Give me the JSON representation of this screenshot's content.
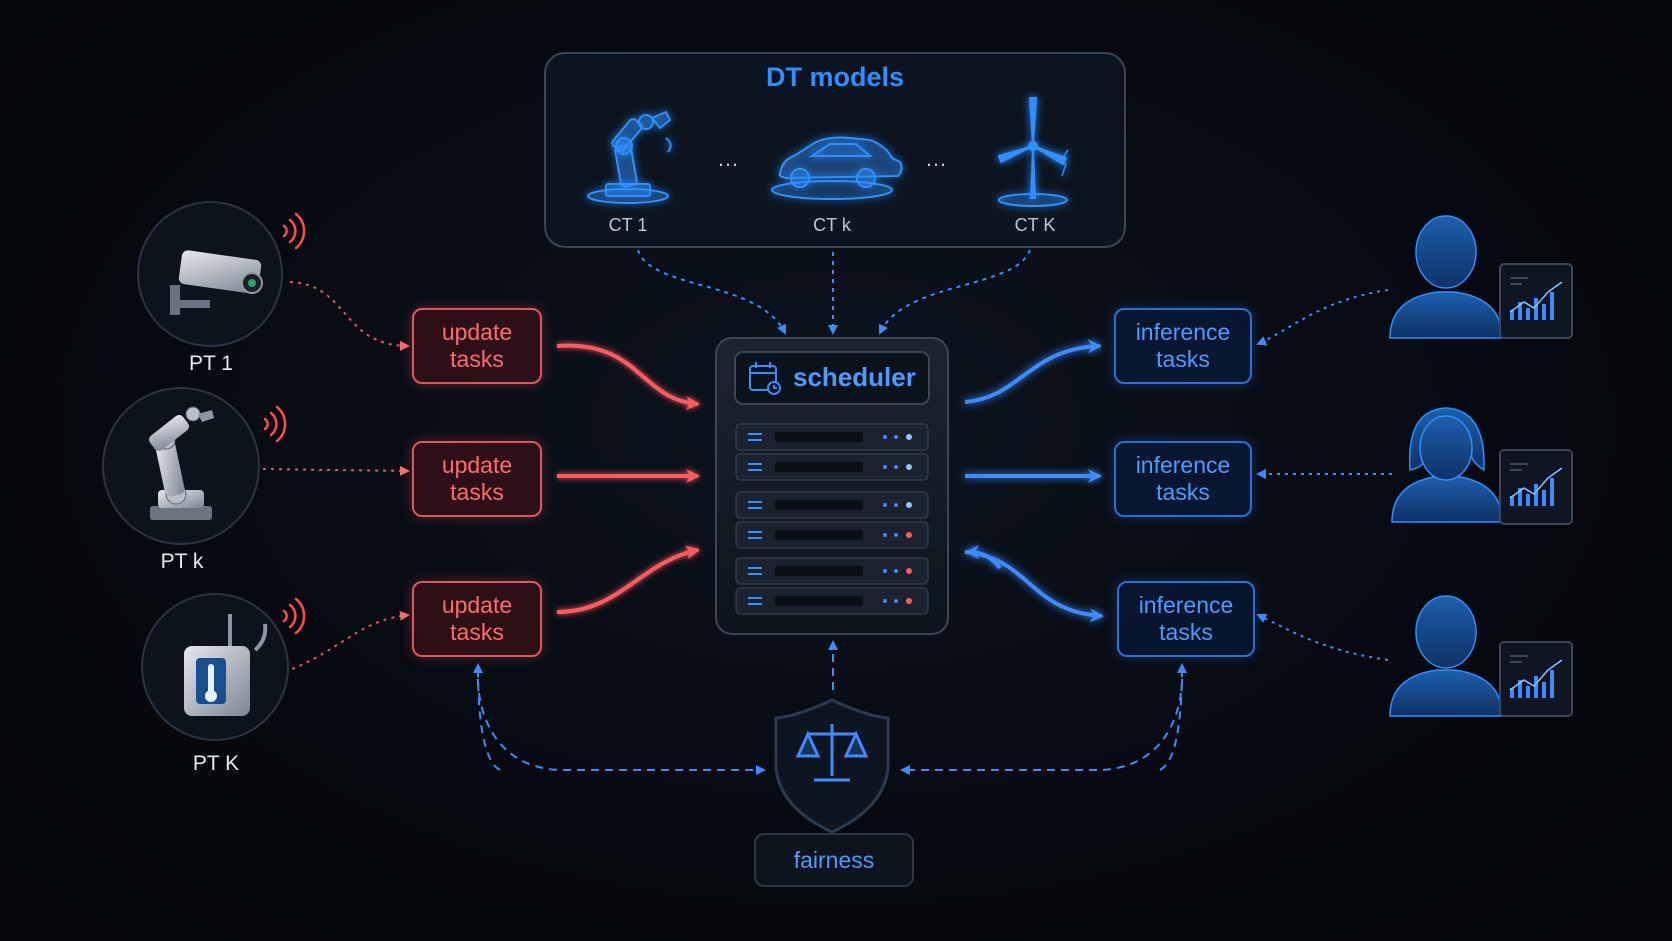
{
  "dt_models": {
    "title": "DT models",
    "twins": [
      {
        "label": "CT 1",
        "icon": "robot-arm-hologram-icon"
      },
      {
        "label": "CT k",
        "icon": "car-hologram-icon"
      },
      {
        "label": "CT K",
        "icon": "wind-turbine-hologram-icon"
      }
    ],
    "separator": "…"
  },
  "physical_twins": [
    {
      "label": "PT 1",
      "icon": "security-camera-icon"
    },
    {
      "label": "PT k",
      "icon": "robot-arm-icon"
    },
    {
      "label": "PT K",
      "icon": "temperature-sensor-icon"
    }
  ],
  "update_tasks": [
    {
      "line1": "update",
      "line2": "tasks"
    },
    {
      "line1": "update",
      "line2": "tasks"
    },
    {
      "line1": "update",
      "line2": "tasks"
    }
  ],
  "inference_tasks": [
    {
      "line1": "inference",
      "line2": "tasks"
    },
    {
      "line1": "inference",
      "line2": "tasks"
    },
    {
      "line1": "inference",
      "line2": "tasks"
    }
  ],
  "scheduler": {
    "label": "scheduler",
    "icon": "calendar-clock-icon"
  },
  "fairness": {
    "label": "fairness",
    "icon": "balance-scale-shield-icon"
  },
  "users": [
    {
      "icon": "user-male-icon",
      "screen_icon": "analytics-monitor-icon"
    },
    {
      "icon": "user-female-icon",
      "screen_icon": "analytics-monitor-icon"
    },
    {
      "icon": "user-male-icon",
      "screen_icon": "analytics-monitor-icon"
    }
  ],
  "colors": {
    "update": "#e0575b",
    "inference": "#2e8fff",
    "background": "#06090f",
    "panel_border": "#2d3846"
  }
}
